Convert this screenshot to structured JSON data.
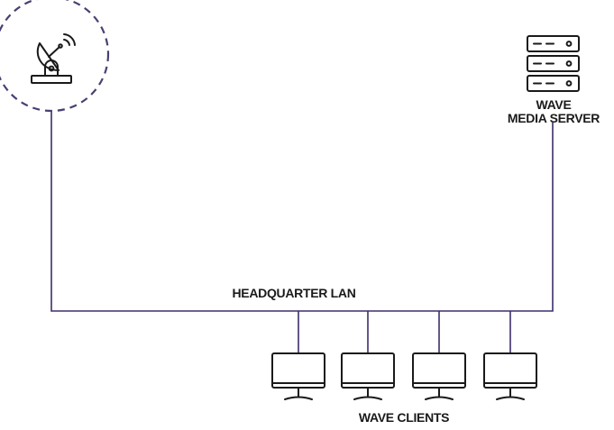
{
  "labels": {
    "server_line1": "WAVE",
    "server_line2": "MEDIA SERVER",
    "lan": "HEADQUARTER LAN",
    "clients": "WAVE CLIENTS"
  },
  "colors": {
    "network_line": "#3d2e6b",
    "dashed_circle": "#4a3f72",
    "icon_stroke": "#1a1a1a",
    "text": "#1a1a1a"
  },
  "icons": {
    "satellite": "satellite-dish-icon",
    "server": "server-rack-icon",
    "client": "monitor-icon"
  },
  "client_count": 4
}
